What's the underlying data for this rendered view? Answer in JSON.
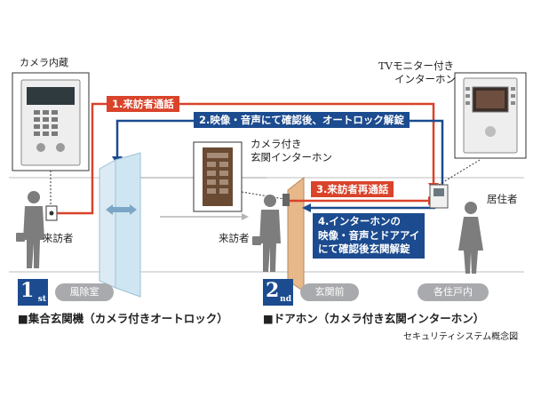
{
  "labels": {
    "camera_builtin": "カメラ内蔵",
    "tv_monitor_line1": "TVモニター付き",
    "tv_monitor_line2": "インターホン",
    "door_intercom_line1": "カメラ付き",
    "door_intercom_line2": "玄関インターホン",
    "visitor_left": "来訪者",
    "visitor_mid": "来訪者",
    "resident": "居住者",
    "footnote": "セキュリティシステム概念図"
  },
  "steps": {
    "step1": "1.来訪者通話",
    "step2": "2.映像・音声にて確認後、オートロック解錠",
    "step3": "3.来訪者再通話",
    "step4_line1": "4.インターホンの",
    "step4_line2": "映像・音声とドアアイ",
    "step4_line3": "にて確認後玄関解錠"
  },
  "zones": {
    "vestibule": "風除室",
    "entrance": "玄関前",
    "unit": "各住戸内"
  },
  "stages": {
    "first_num": "1",
    "first_suffix": "st",
    "second_num": "2",
    "second_suffix": "nd"
  },
  "captions": {
    "first": "■集合玄関機（カメラ付きオートロック）",
    "second": "■ドアホン（カメラ付き玄関インターホン）"
  },
  "colors": {
    "red": "#d9432a",
    "blue": "#1c4b8f",
    "glass": "#cfe6f2",
    "wood": "#e6b88a"
  }
}
